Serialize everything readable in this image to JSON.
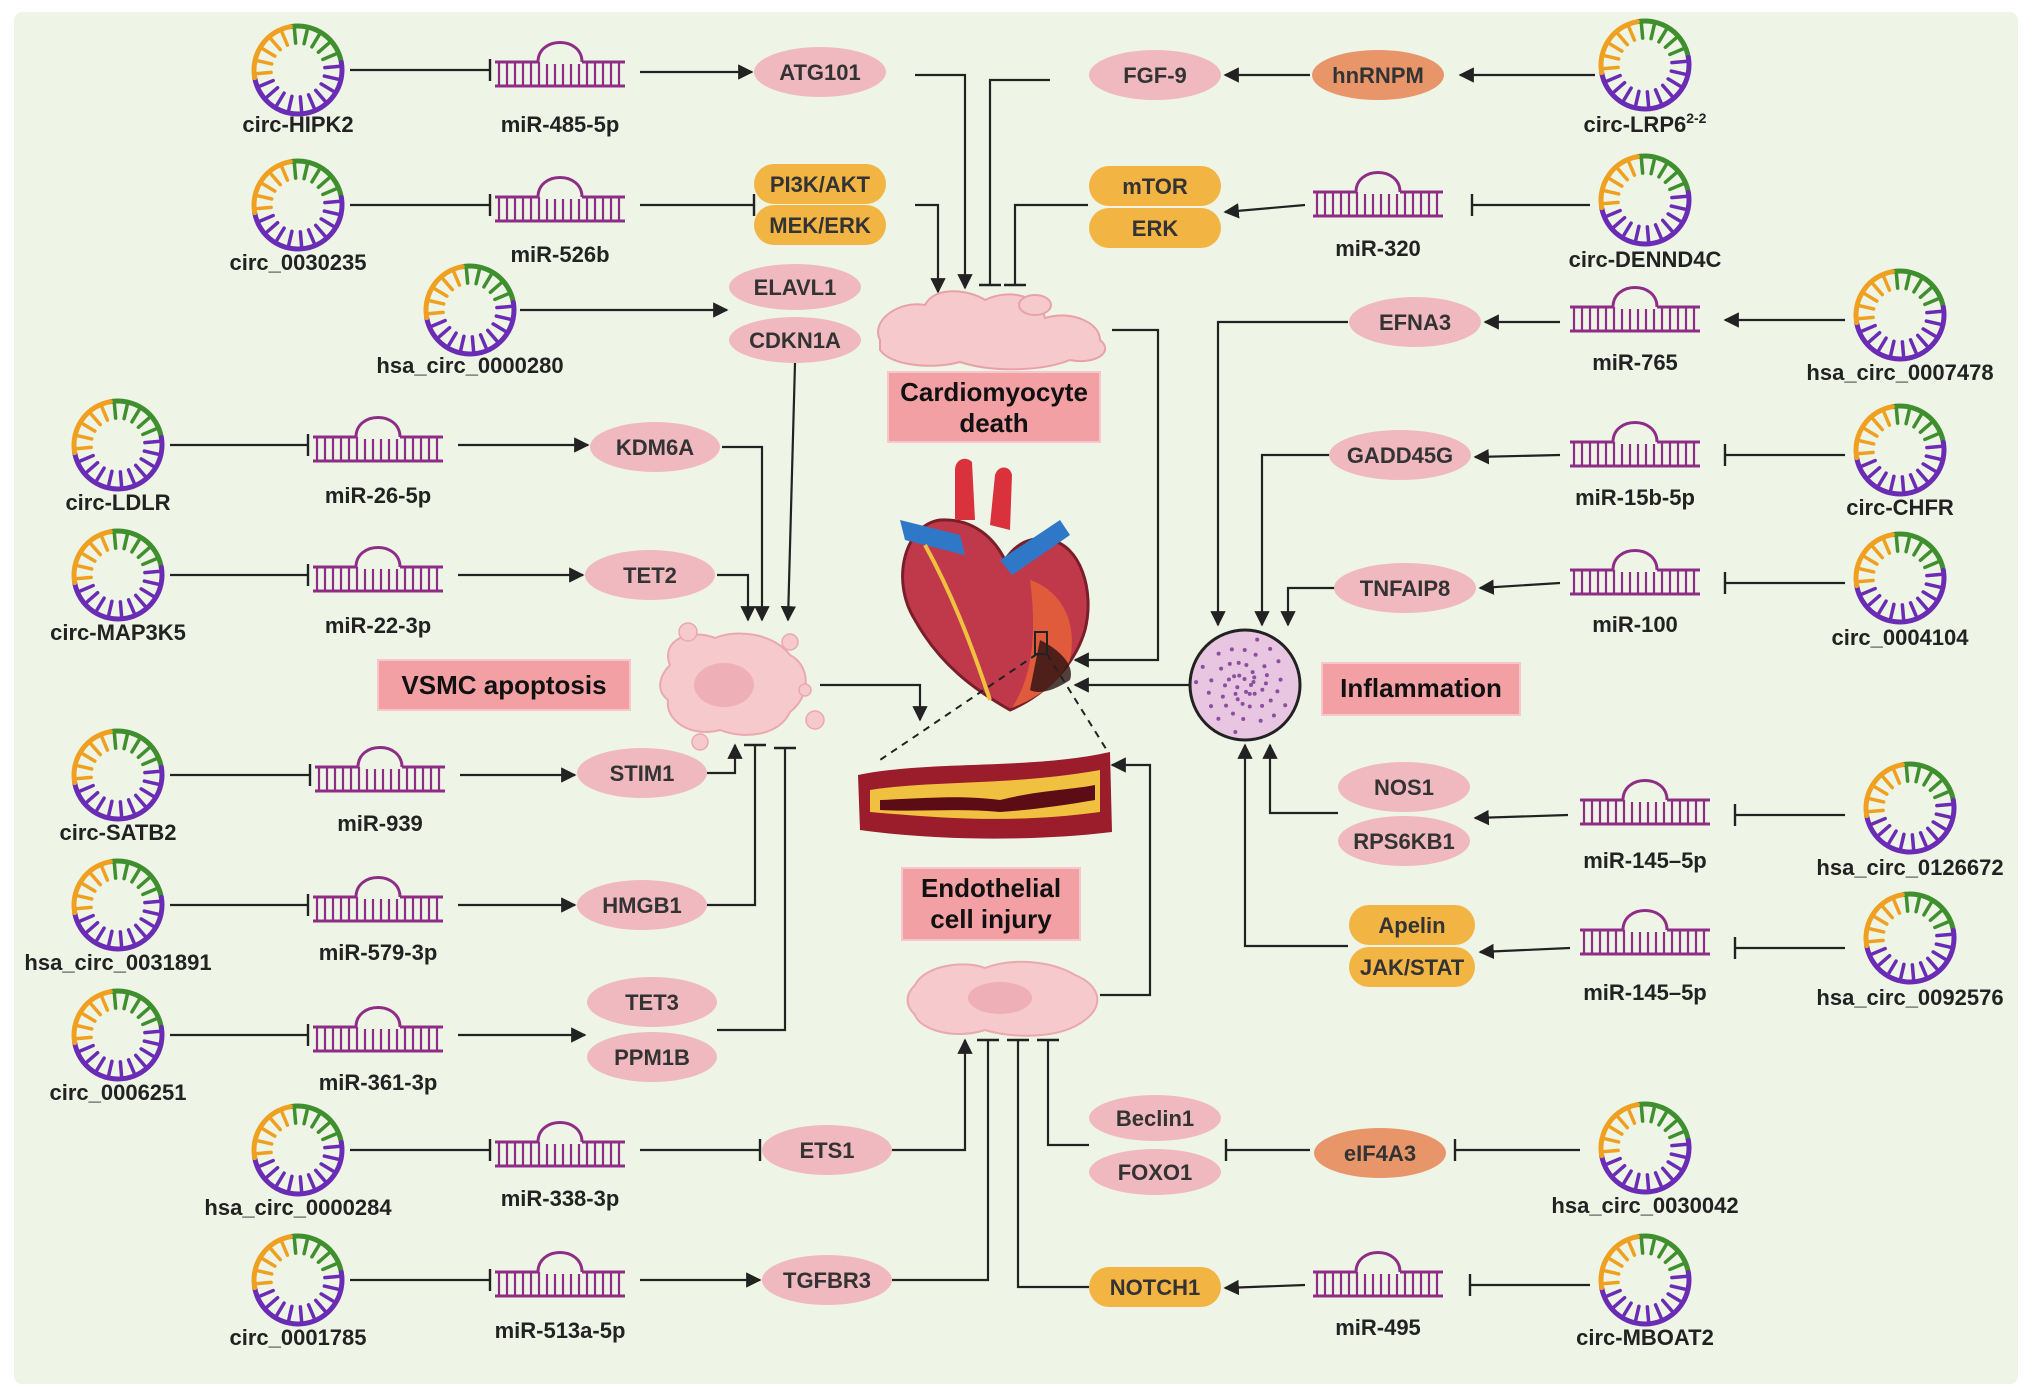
{
  "outcomes": {
    "cardiomyocyte_death": [
      "Cardiomyocyte",
      "death"
    ],
    "vsmc_apoptosis": "VSMC apoptosis",
    "inflammation": "Inflammation",
    "endothelial_injury": [
      "Endothelial",
      "cell injury"
    ]
  },
  "left_pathways": [
    {
      "circ": "circ-HIPK2",
      "mir": "miR-485-5p",
      "targets": [
        "ATG101"
      ]
    },
    {
      "circ": "circ_0030235",
      "mir": "miR-526b",
      "targets": [
        "PI3K/AKT",
        "MEK/ERK"
      ]
    },
    {
      "circ": "hsa_circ_0000280",
      "targets": [
        "ELAVL1",
        "CDKN1A"
      ]
    },
    {
      "circ": "circ-LDLR",
      "mir": "miR-26-5p",
      "targets": [
        "KDM6A"
      ]
    },
    {
      "circ": "circ-MAP3K5",
      "mir": "miR-22-3p",
      "targets": [
        "TET2"
      ]
    },
    {
      "circ": "circ-SATB2",
      "mir": "miR-939",
      "targets": [
        "STIM1"
      ]
    },
    {
      "circ": "hsa_circ_0031891",
      "mir": "miR-579-3p",
      "targets": [
        "HMGB1"
      ]
    },
    {
      "circ": "circ_0006251",
      "mir": "miR-361-3p",
      "targets": [
        "TET3",
        "PPM1B"
      ]
    },
    {
      "circ": "hsa_circ_0000284",
      "mir": "miR-338-3p",
      "targets": [
        "ETS1"
      ]
    },
    {
      "circ": "circ_0001785",
      "mir": "miR-513a-5p",
      "targets": [
        "TGFBR3"
      ]
    }
  ],
  "right_pathways": [
    {
      "circ": "circ-LRP6",
      "circ_sup": "2-2",
      "protein": "hnRNPM",
      "targets": [
        "FGF-9"
      ]
    },
    {
      "circ": "circ-DENND4C",
      "mir": "miR-320",
      "targets": [
        "mTOR",
        "ERK"
      ]
    },
    {
      "circ": "hsa_circ_0007478",
      "mir": "miR-765",
      "targets": [
        "EFNA3"
      ]
    },
    {
      "circ": "circ-CHFR",
      "mir": "miR-15b-5p",
      "targets": [
        "GADD45G"
      ]
    },
    {
      "circ": "circ_0004104",
      "mir": "miR-100",
      "targets": [
        "TNFAIP8"
      ]
    },
    {
      "circ": "hsa_circ_0126672",
      "mir": "miR-145–5p",
      "targets": [
        "NOS1",
        "RPS6KB1"
      ]
    },
    {
      "circ": "hsa_circ_0092576",
      "mir": "miR-145–5p",
      "targets": [
        "Apelin",
        "JAK/STAT"
      ]
    },
    {
      "circ": "hsa_circ_0030042",
      "protein": "eIF4A3",
      "targets": [
        "Beclin1",
        "FOXO1"
      ]
    },
    {
      "circ": "circ-MBOAT2",
      "mir": "miR-495",
      "targets": [
        "NOTCH1"
      ]
    }
  ],
  "colors": {
    "background": "#eef5e6",
    "pink_node": "#f0b9c0",
    "orange_node": "#f2b544",
    "protein_node": "#e8956a",
    "outcome_box": "#f2a0a4",
    "mirna": "#8e2d86",
    "circ_green": "#3f8f2f",
    "circ_orange": "#f0a020",
    "circ_purple": "#6a2bb5"
  }
}
